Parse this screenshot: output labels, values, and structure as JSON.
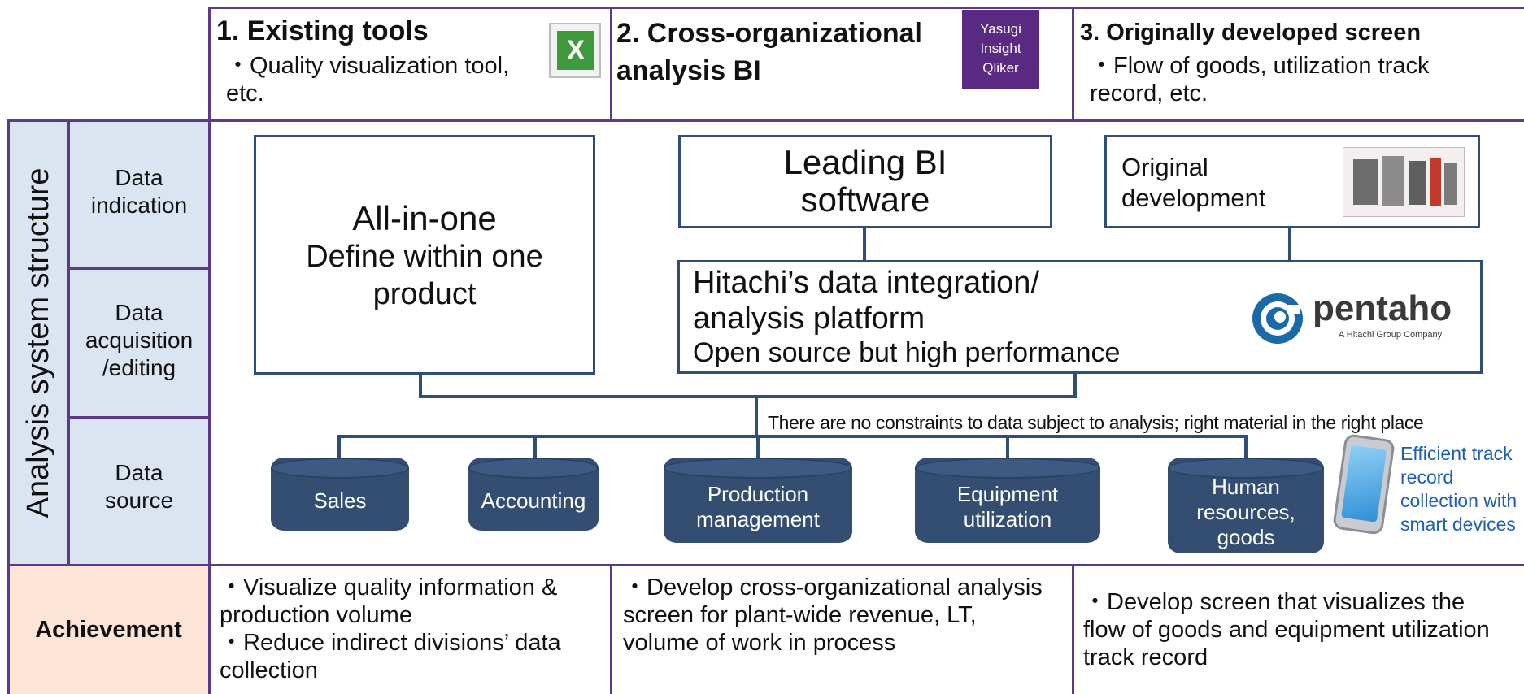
{
  "columns": [
    {
      "title": "1. Existing tools",
      "subtitle": "・Quality visualization tool, etc."
    },
    {
      "title": "2. Cross-organizational analysis BI",
      "subtitle": ""
    },
    {
      "title": "3. Originally developed screen",
      "subtitle": "・Flow of goods, utilization track record, etc."
    }
  ],
  "logos": {
    "excel": "X",
    "yasugi": [
      "Yasugi",
      "Insight",
      "Qliker"
    ],
    "pentaho_name": "pentaho",
    "pentaho_tag": "A Hitachi Group Company"
  },
  "side": {
    "title": "Analysis system structure",
    "rows": [
      "Data indication",
      "Data acquisition /editing",
      "Data source"
    ],
    "achievement": "Achievement"
  },
  "boxes": {
    "all_in_one_title": "All-in-one",
    "all_in_one_sub": "Define within one product",
    "leading_bi": "Leading BI software",
    "original_dev": "Original development",
    "platform_line1": "Hitachi’s data integration/",
    "platform_line2": "analysis platform",
    "platform_line3": "Open source but high performance"
  },
  "constraint_note": "There are no constraints to data subject to analysis; right material in the right place",
  "sources": [
    "Sales",
    "Accounting",
    "Production management",
    "Equipment utilization",
    "Human resources, goods"
  ],
  "smart_device_note": "Efficient track record collection with smart devices",
  "achievements": [
    [
      "・Visualize quality information & production volume",
      "・Reduce indirect divisions’ data collection"
    ],
    [
      "・Develop cross-organizational analysis screen for plant-wide revenue, LT, volume of work in process"
    ],
    [
      "・Develop screen that visualizes the flow of goods and equipment utilization track record"
    ]
  ],
  "colors": {
    "grid": "#5b3a8c",
    "box_border": "#2e4e78",
    "cylinder": "#344e72",
    "side_bg": "#dbe5f1",
    "achievement_bg": "#fce4d6",
    "note_blue": "#1f5fb0"
  }
}
